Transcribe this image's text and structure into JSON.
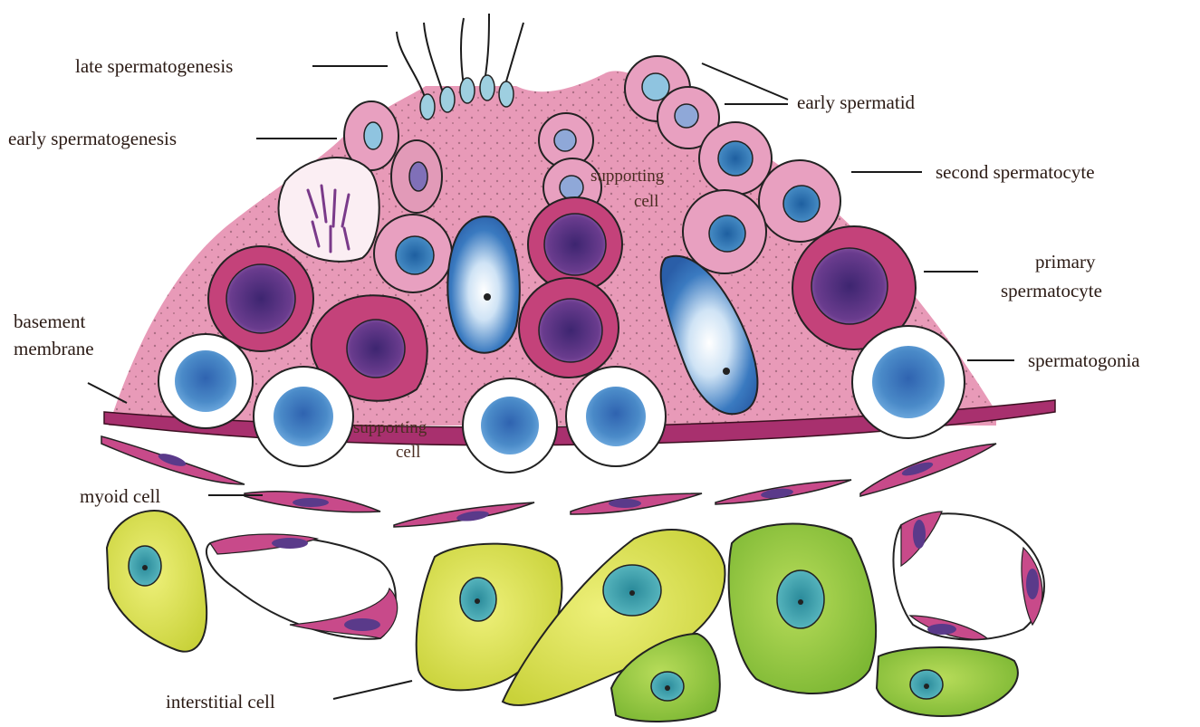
{
  "labels": {
    "late_spermatogenesis": "late spermatogenesis",
    "early_spermatogenesis": "early spermatogenesis",
    "early_spermatid": "early spermatid",
    "second_spermatocyte": "second spermatocyte",
    "primary_spermatocyte_line1": "primary",
    "primary_spermatocyte_line2": "spermatocyte",
    "spermatogonia": "spermatogonia",
    "basement_membrane_line1": "basement",
    "basement_membrane_line2": "membrane",
    "myoid_cell": "myoid cell",
    "interstitial_cell": "interstitial cell",
    "supporting_cell_upper_line1": "supporting",
    "supporting_cell_upper_line2": "cell",
    "supporting_cell_lower_line1": "supporting",
    "supporting_cell_lower_line2": "cell"
  },
  "colors": {
    "cytoplasm_pink": "#e89ab8",
    "primary_spermatocyte": "#c4427a",
    "nucleus_purple": "#6a3c8e",
    "spermatogonia_nucleus": "#4a8ac8",
    "membrane_magenta": "#a8306e",
    "interstitial_yellow": "#d9de4a",
    "interstitial_green": "#8cc23a",
    "sertoli_nucleus_blue": "#3a7ac0"
  }
}
